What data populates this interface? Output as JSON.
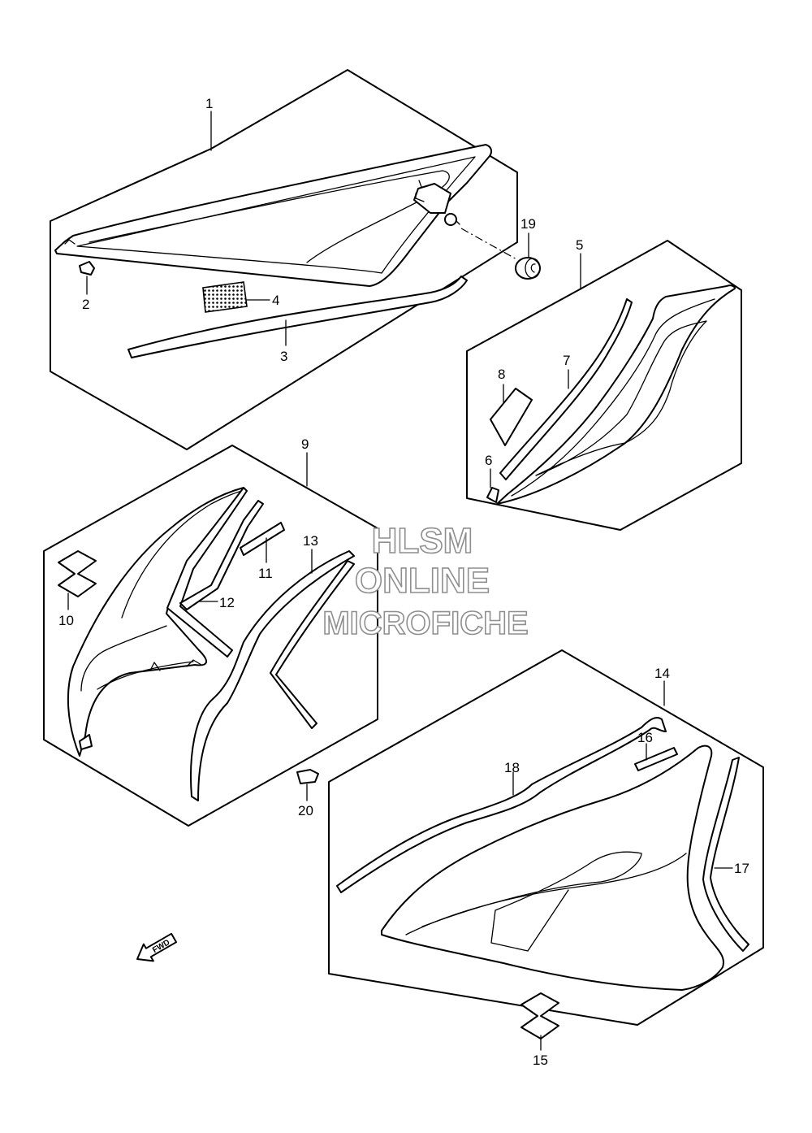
{
  "watermark": {
    "line1": "HLSM",
    "line2": "ONLINE",
    "line3": "MICROFICHE"
  },
  "fwd_label": "FWD",
  "callouts": {
    "p1": "1",
    "p2": "2",
    "p3": "3",
    "p4": "4",
    "p5": "5",
    "p6": "6",
    "p7": "7",
    "p8": "8",
    "p9": "9",
    "p10": "10",
    "p11": "11",
    "p12": "12",
    "p13": "13",
    "p14": "14",
    "p15": "15",
    "p16": "16",
    "p17": "17",
    "p18": "18",
    "p19": "19",
    "p20": "20"
  }
}
